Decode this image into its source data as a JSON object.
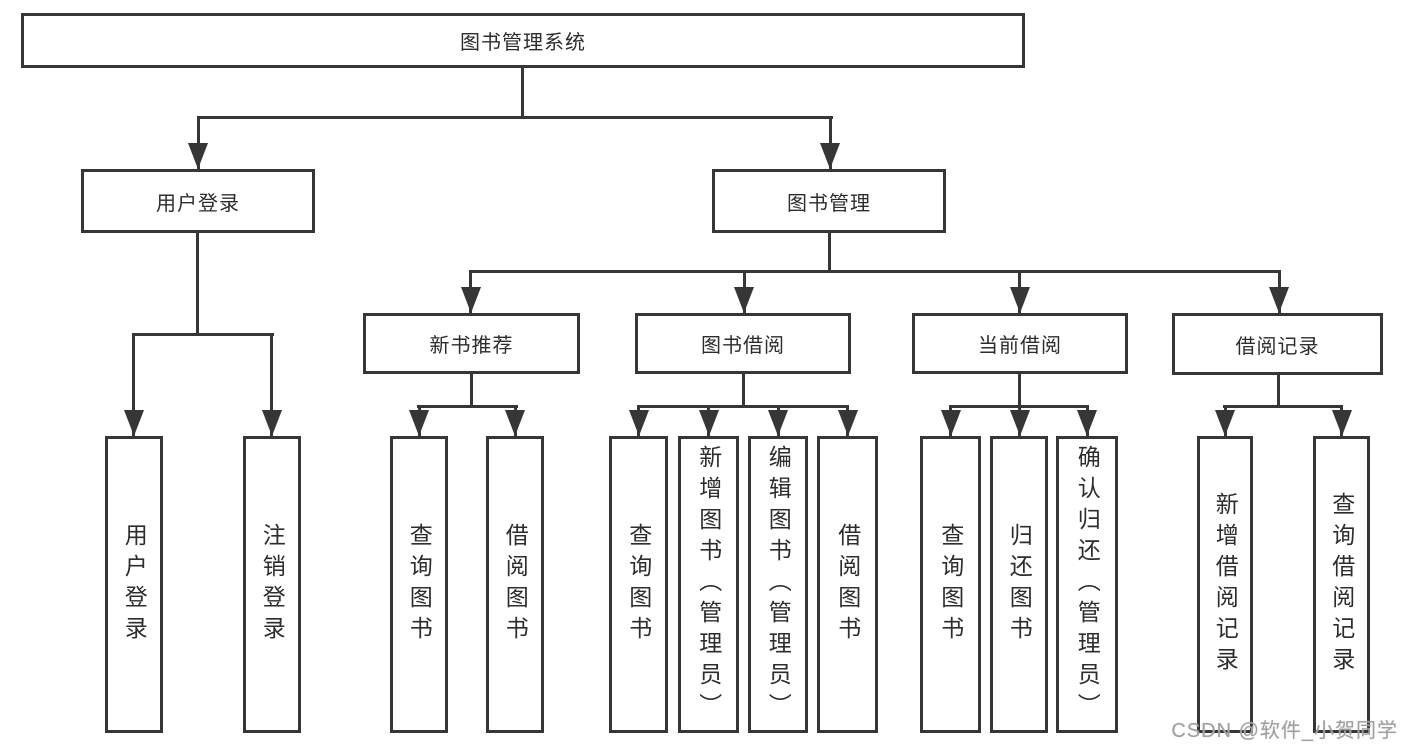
{
  "title": "图书管理系统",
  "watermark": "CSDN @软件_小贺同学",
  "colors": {
    "line": "#363636",
    "text": "#2d2d2d",
    "watermark": "#a0a0a0",
    "background": "#ffffff"
  },
  "tree": {
    "root": "图书管理系统",
    "branches": [
      {
        "label": "用户登录",
        "leaves": [
          "用户登录",
          "注销登录"
        ]
      },
      {
        "label": "图书管理",
        "groups": [
          {
            "label": "新书推荐",
            "leaves": [
              "查询图书",
              "借阅图书"
            ]
          },
          {
            "label": "图书借阅",
            "leaves": [
              "查询图书",
              "新增图书（管理员）",
              "编辑图书（管理员）",
              "借阅图书"
            ]
          },
          {
            "label": "当前借阅",
            "leaves": [
              "查询图书",
              "归还图书",
              "确认归还（管理员）"
            ]
          },
          {
            "label": "借阅记录",
            "leaves": [
              "新增借阅记录",
              "查询借阅记录"
            ]
          }
        ]
      }
    ]
  }
}
